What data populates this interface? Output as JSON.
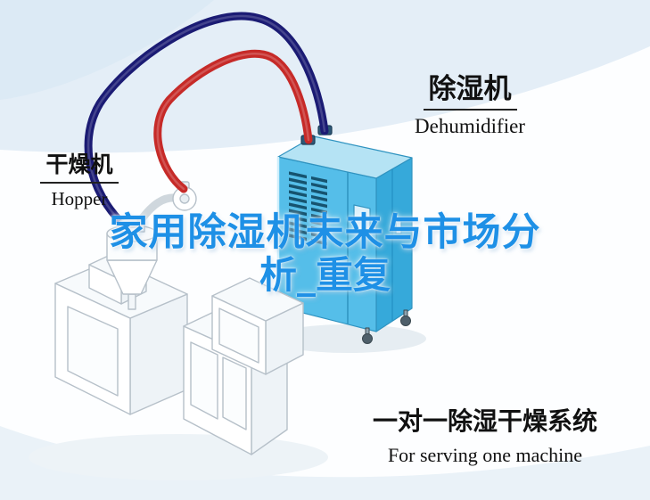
{
  "labels": {
    "dryer_cn": "干燥机",
    "dryer_en": "Hopper",
    "dehumidifier_cn": "除湿机",
    "dehumidifier_en": "Dehumidifier",
    "title_line1": "家用除湿机未来与市场分",
    "title_line2": "析_重复",
    "caption_cn": "一对一除湿干燥系统",
    "caption_en": "For serving one machine"
  },
  "colors": {
    "title_blue": "#1e90e6",
    "hose_red": "#c62a28",
    "hose_navy": "#1b1b74",
    "unit_front": "#55bee9",
    "unit_side": "#36a9da",
    "unit_top": "#b5e3f4",
    "background_tint": "#e4eef7"
  },
  "illustration": {
    "machine": "industrial dryer machine with hopper (isometric line art)",
    "unit": "blue dehumidifier cabinet on casters",
    "hoses": [
      "red supply hose",
      "navy return hose"
    ]
  }
}
